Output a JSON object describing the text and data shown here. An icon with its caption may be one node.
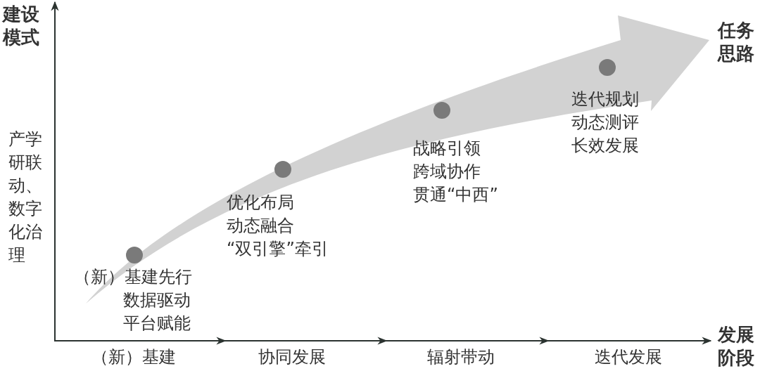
{
  "diagram": {
    "labels": [
      "建设模式",
      "任务思路",
      "产学研联动、数字化治理",
      "迭代规划动态测评长效发展",
      "战略引领跨域协作贯通“中西”",
      "优化布局动态融合“双引擎”牵引",
      "（新）基建先行数据驱动平台赋能",
      "发展阶段",
      "（新）基建",
      "协同发展",
      "辐射带动",
      "迭代发展"
    ]
  }
}
